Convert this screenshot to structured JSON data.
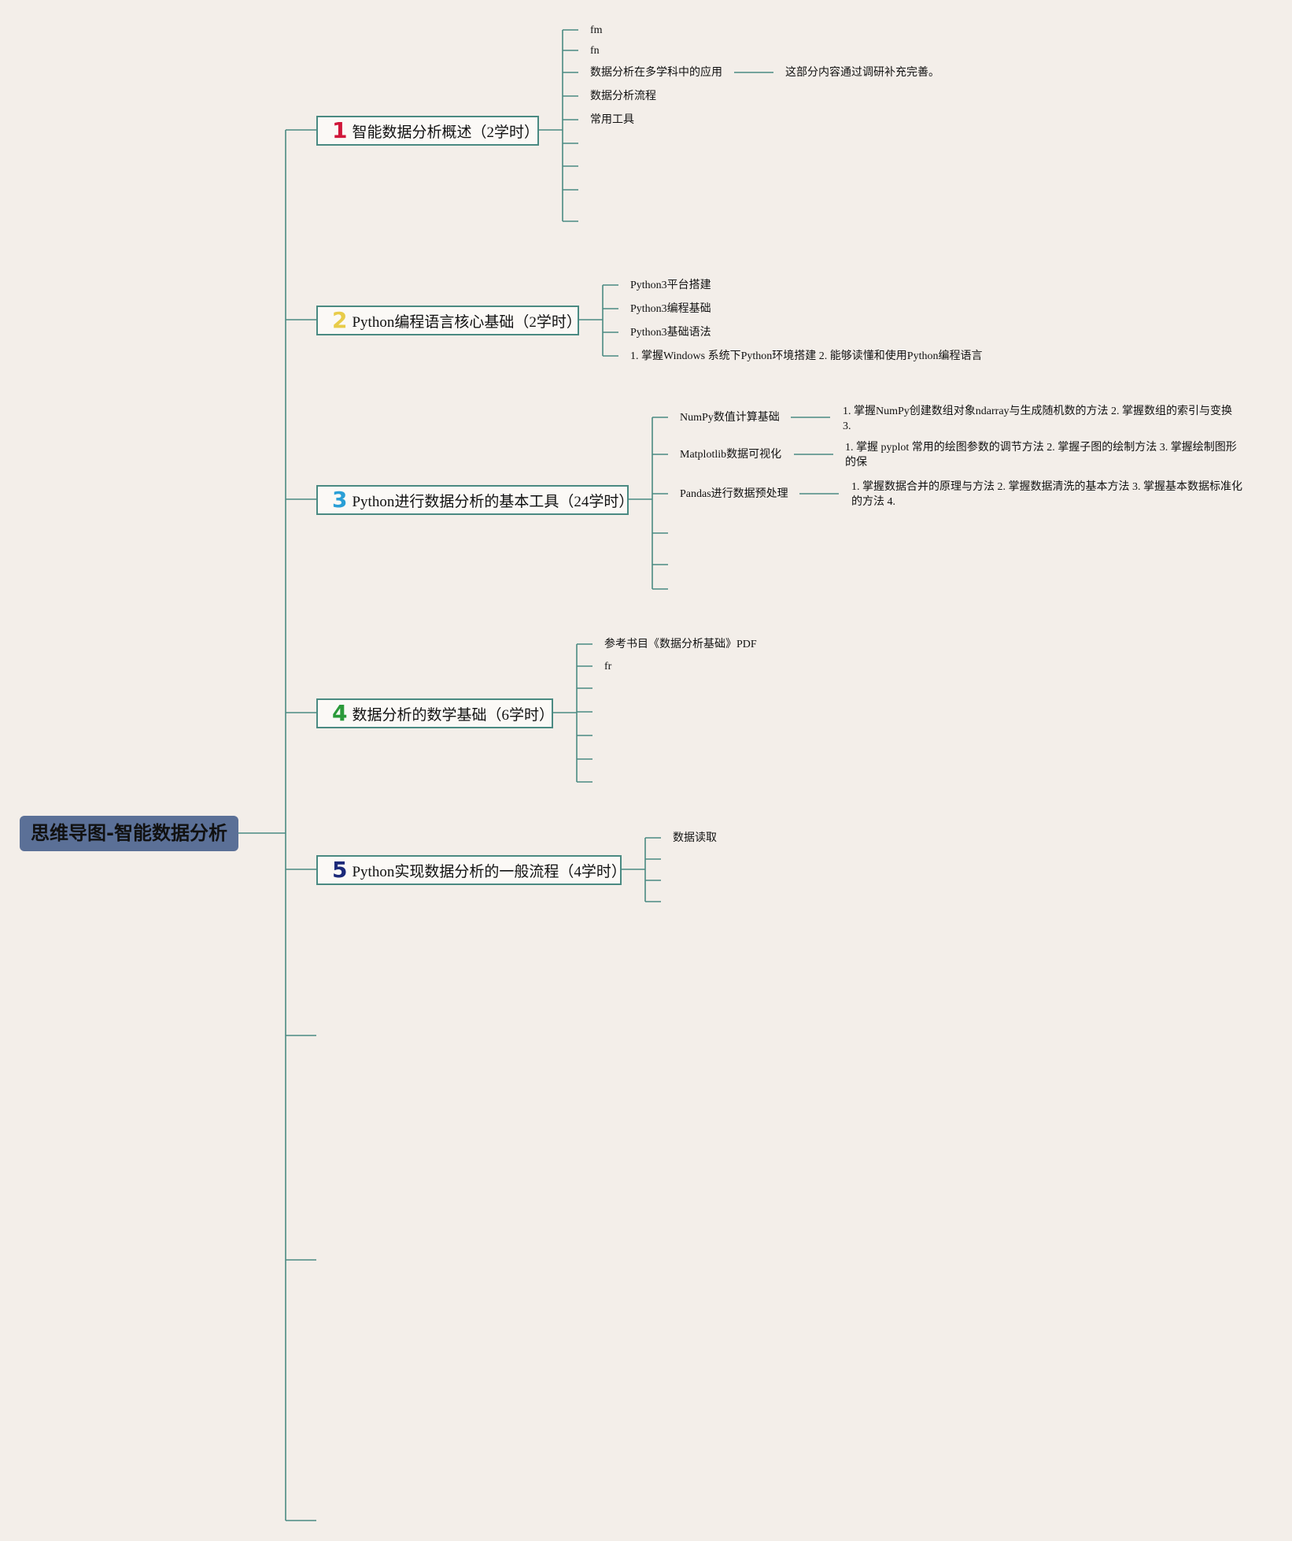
{
  "root": {
    "title": "思维导图-智能数据分析"
  },
  "topics": [
    {
      "num": "1",
      "num_color": "#d0173a",
      "label": "智能数据分析概述（2学时）",
      "items": [
        "fm",
        "fn",
        "数据分析在多学科中的应用",
        "数据分析流程",
        "常用工具"
      ],
      "note": "这部分内容通过调研补充完善。"
    },
    {
      "num": "2",
      "num_color": "#e8cc4a",
      "label": "Python编程语言核心基础（2学时）",
      "items": [
        "Python3平台搭建",
        "Python3编程基础",
        "Python3基础语法",
        "1. 掌握Windows 系统下Python环境搭建 2. 能够读懂和使用Python编程语言"
      ]
    },
    {
      "num": "3",
      "num_color": "#2a9fd6",
      "label": "Python进行数据分析的基本工具（24学时）",
      "items": [
        "NumPy数值计算基础",
        "Matplotlib数据可视化",
        "Pandas进行数据预处理"
      ],
      "notes": [
        "1. 掌握NumPy创建数组对象ndarray与生成随机数的方法 2. 掌握数组的索引与变换 3.",
        "1. 掌握 pyplot 常用的绘图参数的调节方法 2. 掌握子图的绘制方法 3. 掌握绘制图形的保",
        "1. 掌握数据合并的原理与方法 2. 掌握数据清洗的基本方法 3. 掌握基本数据标准化的方法 4."
      ]
    },
    {
      "num": "4",
      "num_color": "#2b9a3a",
      "label": "数据分析的数学基础（6学时）",
      "items": [
        "参考书目《数据分析基础》PDF",
        "fr"
      ]
    },
    {
      "num": "5",
      "num_color": "#1c2a7a",
      "label": "Python实现数据分析的一般流程（4学时）",
      "items": [
        "数据读取"
      ]
    }
  ],
  "colors": {
    "line": "#4a8a82",
    "root_bg": "#5b7097",
    "background": "#f3eee9"
  }
}
